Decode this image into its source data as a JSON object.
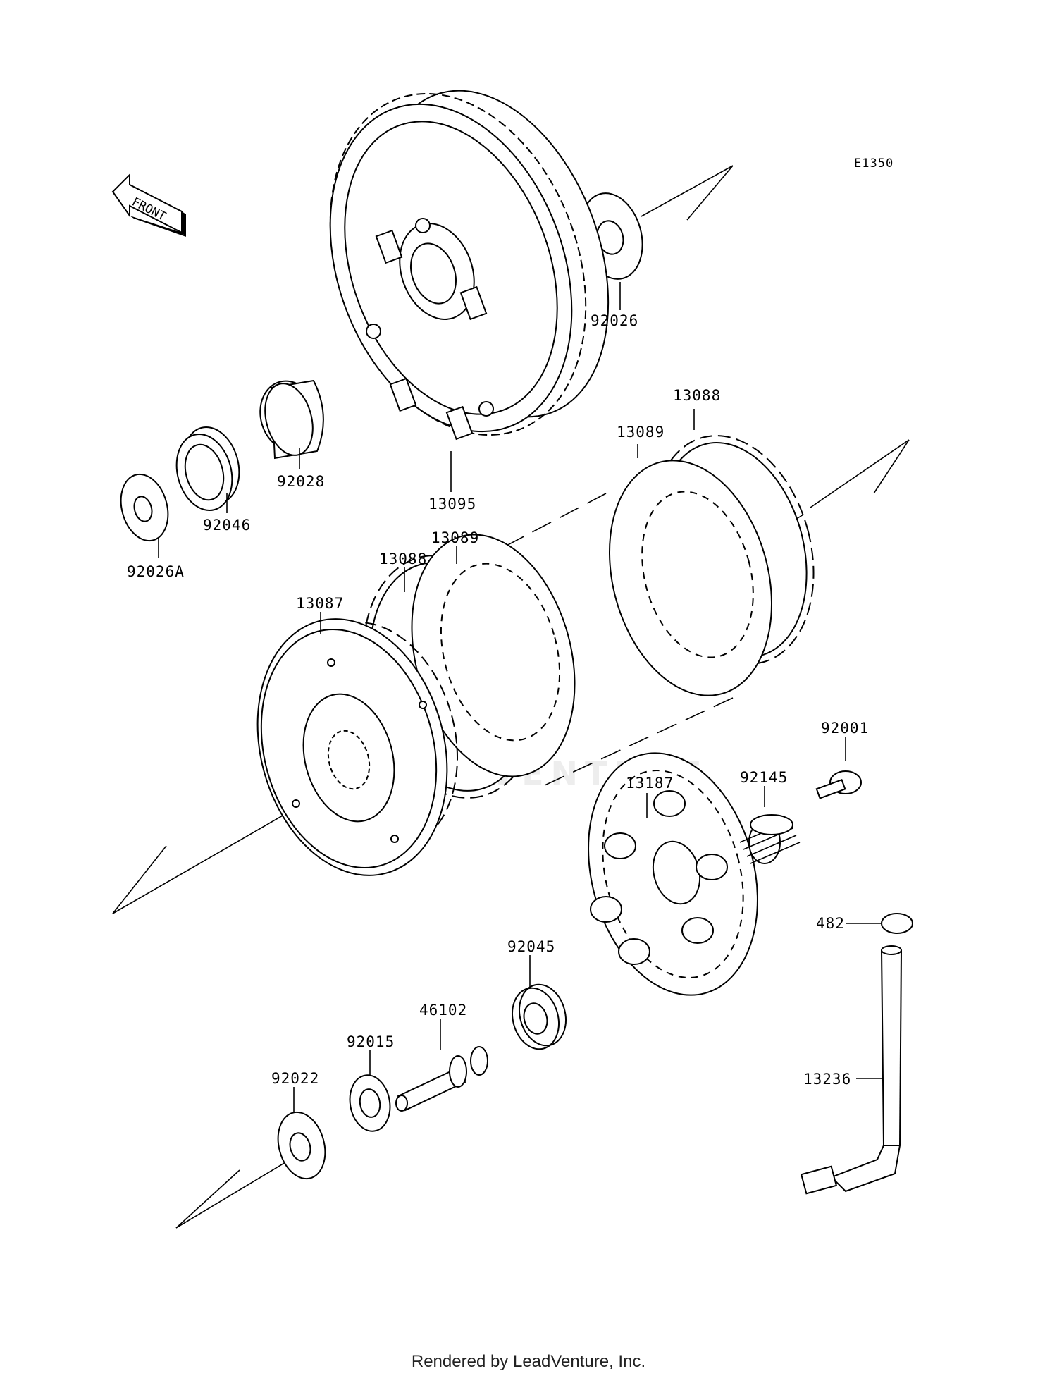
{
  "diagram_code": "E1350",
  "front_label": "FRONT",
  "watermark": "LEADVENTURE",
  "footer": "Rendered by LeadVenture, Inc.",
  "parts": {
    "p92026": "92026",
    "p92028": "92028",
    "p13095": "13095",
    "p92046": "92046",
    "p92026A": "92026A",
    "p13088a": "13088",
    "p13089a": "13089",
    "p13088b": "13088",
    "p13089b": "13089",
    "p13087": "13087",
    "p92001": "92001",
    "p92145": "92145",
    "p13187": "13187",
    "p482": "482",
    "p92045": "92045",
    "p46102": "46102",
    "p92015": "92015",
    "p92022": "92022",
    "p13236": "13236"
  }
}
